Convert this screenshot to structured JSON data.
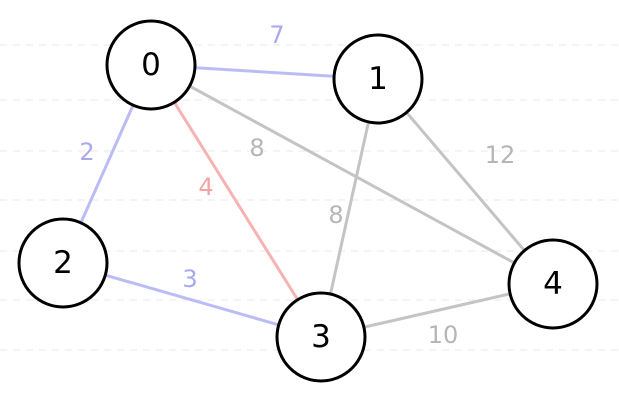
{
  "colors": {
    "mst_edge": "#bcbcf5",
    "current_edge": "#f7b2b2",
    "other_edge": "#c4c4c4",
    "mst_label": "#a8a8ee",
    "current_label": "#f4a3a3",
    "other_label": "#b6b6b6",
    "node_fill": "#ffffff",
    "node_stroke": "#000000"
  },
  "nodes": [
    {
      "id": "0",
      "label": "0"
    },
    {
      "id": "1",
      "label": "1"
    },
    {
      "id": "2",
      "label": "2"
    },
    {
      "id": "3",
      "label": "3"
    },
    {
      "id": "4",
      "label": "4"
    }
  ],
  "edges": [
    {
      "from": "0",
      "to": "1",
      "weight": "7",
      "status": "mst"
    },
    {
      "from": "0",
      "to": "2",
      "weight": "2",
      "status": "mst"
    },
    {
      "from": "2",
      "to": "3",
      "weight": "3",
      "status": "mst"
    },
    {
      "from": "0",
      "to": "3",
      "weight": "4",
      "status": "current"
    },
    {
      "from": "0",
      "to": "4",
      "weight": "8",
      "status": "other"
    },
    {
      "from": "1",
      "to": "3",
      "weight": "8",
      "status": "other"
    },
    {
      "from": "1",
      "to": "4",
      "weight": "12",
      "status": "other"
    },
    {
      "from": "3",
      "to": "4",
      "weight": "10",
      "status": "other"
    }
  ]
}
